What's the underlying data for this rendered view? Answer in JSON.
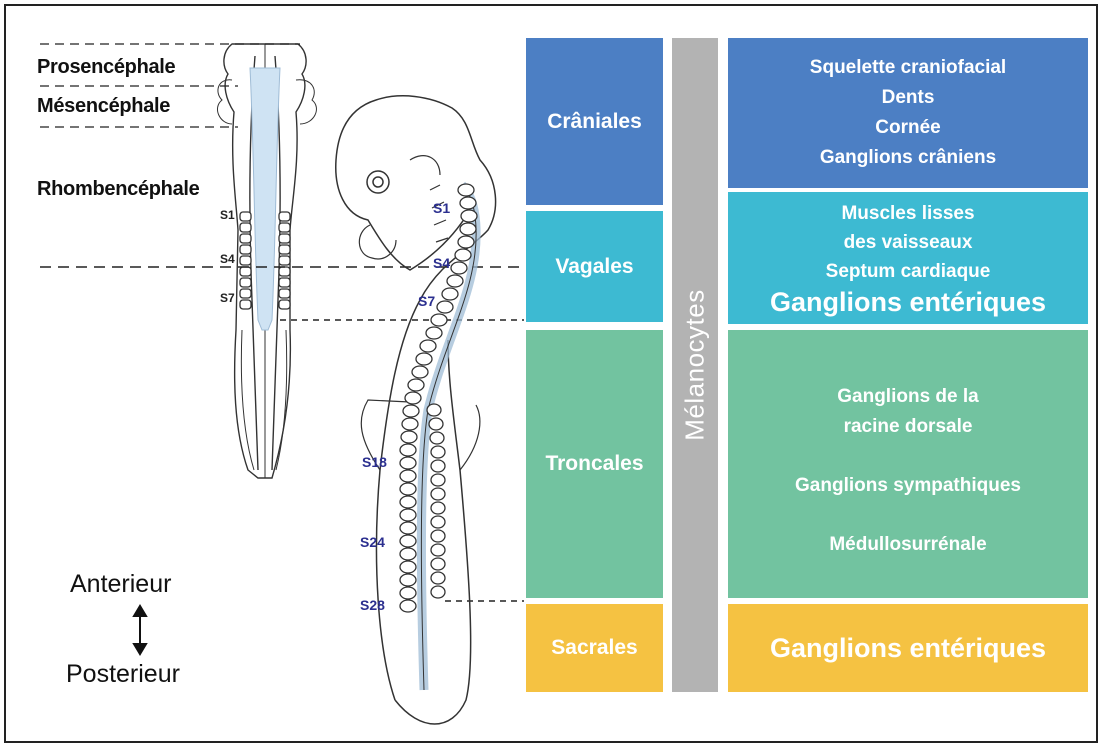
{
  "brain_regions": [
    "Prosencéphale",
    "Mésencéphale",
    "Rhombencéphale"
  ],
  "somites_left": [
    "S1",
    "S4",
    "S7"
  ],
  "somites_right": [
    "S1",
    "S4",
    "S7",
    "S18",
    "S24",
    "S28"
  ],
  "axis": {
    "top": "Anterieur",
    "bottom": "Posterieur"
  },
  "regions": [
    "Crâniales",
    "Vagales",
    "Troncales",
    "Sacrales"
  ],
  "melanocytes": "Mélanocytes",
  "derivatives": {
    "craniales": [
      "Squelette craniofacial",
      "Dents",
      "Cornée",
      "Ganglions crâniens"
    ],
    "vagales": [
      "Muscles lisses",
      "des vaisseaux",
      "Septum cardiaque",
      "Ganglions entériques"
    ],
    "troncales": [
      "Ganglions de la",
      "racine dorsale",
      "Ganglions sympathiques",
      "Médullosurrénale"
    ],
    "sacrales": [
      "Ganglions entériques"
    ]
  },
  "colors": {
    "craniales": "#4c7fc4",
    "vagales": "#3dbad2",
    "troncales": "#72c3a0",
    "sacrales": "#f5c242",
    "melanocytes": "#b3b3b3",
    "segment_label": "#2b2f8f",
    "neural_tube": "#cfe3f3"
  }
}
